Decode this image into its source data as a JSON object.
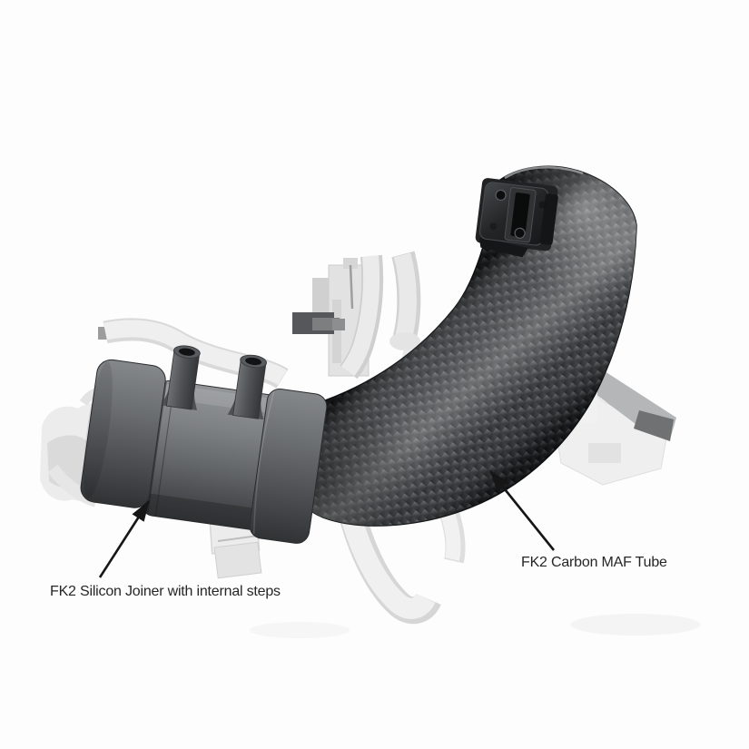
{
  "image": {
    "background": "#fdfdfd",
    "kind": "annotated product render"
  },
  "annotations": [
    {
      "id": "silicon-joiner",
      "label": "FK2 Silicon Joiner with internal steps",
      "arrow": "points to stepped seam on silicon joiner"
    },
    {
      "id": "carbon-maf-tube",
      "label": "FK2 Carbon MAF Tube",
      "arrow": "points to carbon fibre elbow tube"
    }
  ],
  "parts": [
    {
      "name": "carbon-maf-tube",
      "appearance": "curved carbon fibre twill weave elbow"
    },
    {
      "name": "maf-sensor-mount-plate",
      "appearance": "black plate with bolt holes and slot on top of tube"
    },
    {
      "name": "silicon-joiner",
      "appearance": "dark grey cylinder with two vacuum nipples and stepped collars"
    },
    {
      "name": "background-engine-components",
      "appearance": "faint light grey turbo, hoses, brackets and pipes"
    }
  ],
  "colors": {
    "background": "#fdfdfd",
    "label_text": "#262626",
    "arrow_color": "#161616",
    "carbon_base": "#1b1c1e",
    "carbon_highlight": "#606468",
    "joiner_gray": "#6b6e71",
    "mount_plate_black": "#1e2021",
    "background_parts_gray": "#e9e9e9"
  }
}
